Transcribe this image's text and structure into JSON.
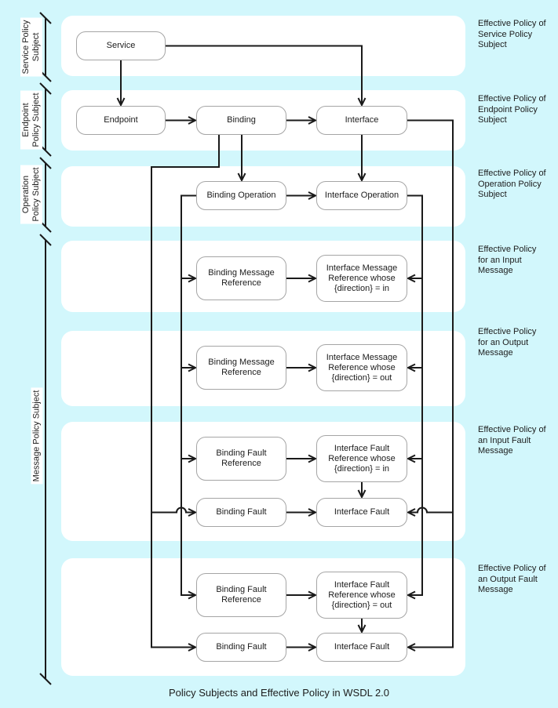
{
  "caption": "Policy Subjects and Effective Policy in WSDL 2.0",
  "left_labels": {
    "service": "Service Policy\nSubject",
    "endpoint": "Endpoint\nPolicy Subject",
    "operation": "Operation\nPolicy Subject",
    "message": "Message Policy Subject"
  },
  "right_labels": {
    "service": "Effective Policy of\nService Policy\nSubject",
    "endpoint": "Effective Policy of\nEndpoint Policy\nSubject",
    "operation": "Effective Policy of\nOperation Policy\nSubject",
    "input_message": "Effective Policy\nfor an Input\nMessage",
    "output_message": "Effective Policy\nfor an Output\nMessage",
    "input_fault": "Effective Policy of\nan Input Fault\nMessage",
    "output_fault": "Effective Policy of\nan Output Fault\nMessage"
  },
  "nodes": {
    "service": "Service",
    "endpoint": "Endpoint",
    "binding": "Binding",
    "interface": "Interface",
    "binding_operation": "Binding Operation",
    "interface_operation": "Interface Operation",
    "binding_message_reference_in": "Binding Message Reference",
    "interface_message_reference_in": "Interface Message Reference whose {direction} = in",
    "binding_message_reference_out": "Binding Message Reference",
    "interface_message_reference_out": "Interface Message Reference whose {direction} = out",
    "binding_fault_reference_in": "Binding Fault Reference",
    "interface_fault_reference_in": "Interface Fault Reference whose {direction} = in",
    "binding_fault_in": "Binding Fault",
    "interface_fault_in": "Interface Fault",
    "binding_fault_reference_out": "Binding Fault Reference",
    "interface_fault_reference_out": "Interface Fault Reference whose {direction} = out",
    "binding_fault_out": "Binding Fault",
    "interface_fault_out": "Interface Fault"
  },
  "colors": {
    "background": "#d2f7fc",
    "band": "#ffffff",
    "node_border": "#a5a5a5",
    "connector": "#1a1a1a",
    "text": "#1c1c1c"
  }
}
